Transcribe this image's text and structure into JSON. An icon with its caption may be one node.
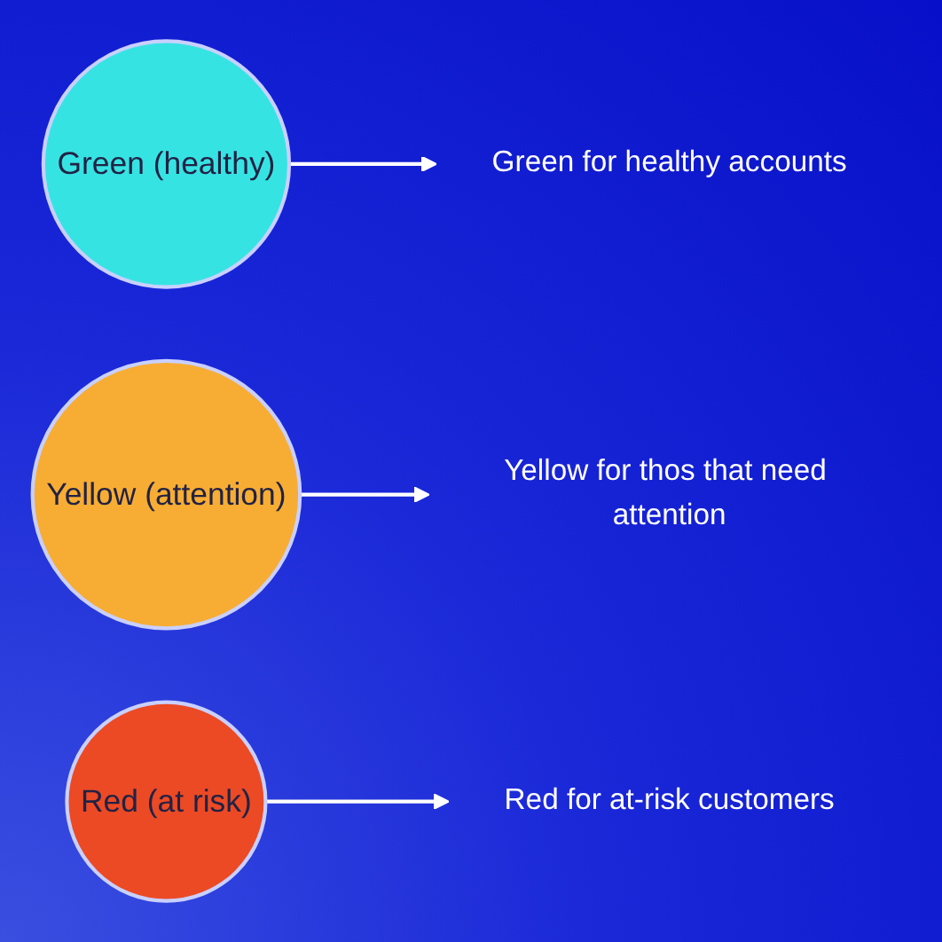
{
  "diagram": {
    "nodes": [
      {
        "text": [
          "Green (healthy)"
        ]
      },
      {
        "text": [
          "Green for healthy accounts"
        ]
      },
      {
        "text": [
          "Yellow (attention)"
        ]
      },
      {
        "text": [
          "Yellow for thos that need attention"
        ]
      },
      {
        "text": [
          "Red (at risk)"
        ]
      },
      {
        "text": [
          "Red for at-risk customers"
        ]
      }
    ],
    "edges": [
      {
        "from": 0,
        "to": 1,
        "arrow": "to"
      },
      {
        "from": 2,
        "to": 3,
        "arrow": "to"
      },
      {
        "from": 4,
        "to": 5,
        "arrow": "to"
      }
    ]
  }
}
